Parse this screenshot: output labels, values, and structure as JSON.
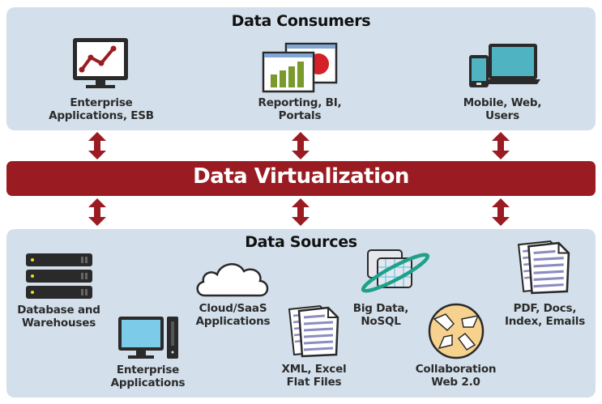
{
  "consumers": {
    "title": "Data Consumers",
    "items": [
      {
        "line1": "Enterprise",
        "line2": "Applications, ESB",
        "icon": "monitor-line-chart-icon"
      },
      {
        "line1": "Reporting, BI,",
        "line2": "Portals",
        "icon": "report-windows-icon"
      },
      {
        "line1": "Mobile, Web,",
        "line2": "Users",
        "icon": "devices-icon"
      }
    ]
  },
  "virtualization": {
    "label": "Data Virtualization",
    "color": "#9a1c22"
  },
  "sources": {
    "title": "Data Sources",
    "items": [
      {
        "line1": "Database and",
        "line2": "Warehouses",
        "icon": "server-rack-icon"
      },
      {
        "line1": "Enterprise",
        "line2": "Applications",
        "icon": "desktop-computer-icon"
      },
      {
        "line1": "Cloud/SaaS",
        "line2": "Applications",
        "icon": "cloud-icon"
      },
      {
        "line1": "XML, Excel",
        "line2": "Flat Files",
        "icon": "documents-icon"
      },
      {
        "line1": "Big Data,",
        "line2": "NoSQL",
        "icon": "big-data-grid-icon"
      },
      {
        "line1": "Collaboration",
        "line2": "Web 2.0",
        "icon": "hands-circle-icon"
      },
      {
        "line1": "PDF, Docs,",
        "line2": "Index, Emails",
        "icon": "pdf-documents-icon"
      }
    ]
  },
  "colors": {
    "panel": "#d3dfea",
    "arrow": "#9a1c22",
    "accent_green": "#7a9a2c",
    "teal": "#4fb3c2"
  }
}
